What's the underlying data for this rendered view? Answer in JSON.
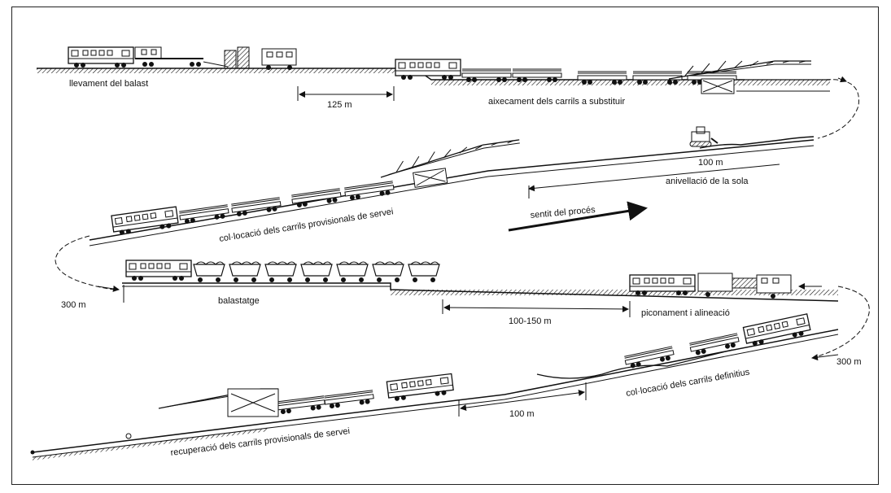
{
  "labels": {
    "llevament": "llevament del balast",
    "aixecament": "aixecament dels carrils a substituir",
    "anivellacio": "anivellació de la sola",
    "collocacio_provisionals": "col·locació dels carrils provisionals de servei",
    "sentit": "sentit del procés",
    "balastatge": "balastatge",
    "piconament": "piconament i alineació",
    "collocacio_definitius": "col·locació dels carrils definitius",
    "recuperacio": "recuperació dels carrils provisionals de servei"
  },
  "distances": {
    "d125": "125 m",
    "d100_top": "100 m",
    "d300_left": "300 m",
    "d100_150": "100-150 m",
    "d300_right": "300 m",
    "d100_bottom": "100 m"
  },
  "colors": {
    "ink": "#111111",
    "paper": "#ffffff"
  }
}
